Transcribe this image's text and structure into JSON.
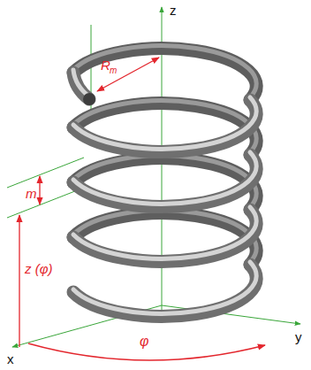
{
  "diagram": {
    "labels": [
      "z",
      "R",
      "m",
      "m",
      "z (φ)",
      "x",
      "φ",
      "y"
    ]
  }
}
